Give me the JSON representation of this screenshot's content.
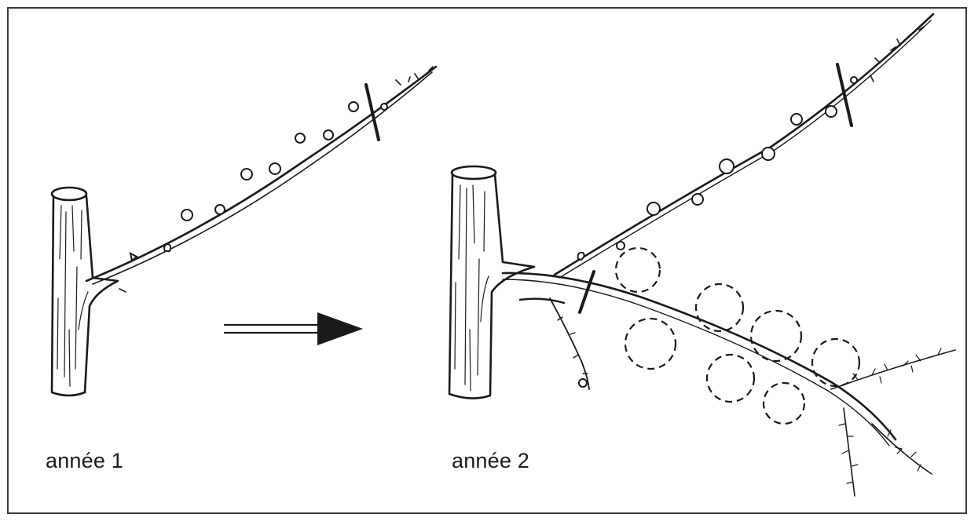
{
  "figure": {
    "panels": [
      {
        "caption": "année 1"
      },
      {
        "caption": "année 2"
      }
    ]
  },
  "colors": {
    "ink": "#1a1a1a",
    "frame": "#3a3a3a",
    "background": "#ffffff"
  },
  "icons": {
    "arrow": "double-shaft-arrow-right"
  }
}
